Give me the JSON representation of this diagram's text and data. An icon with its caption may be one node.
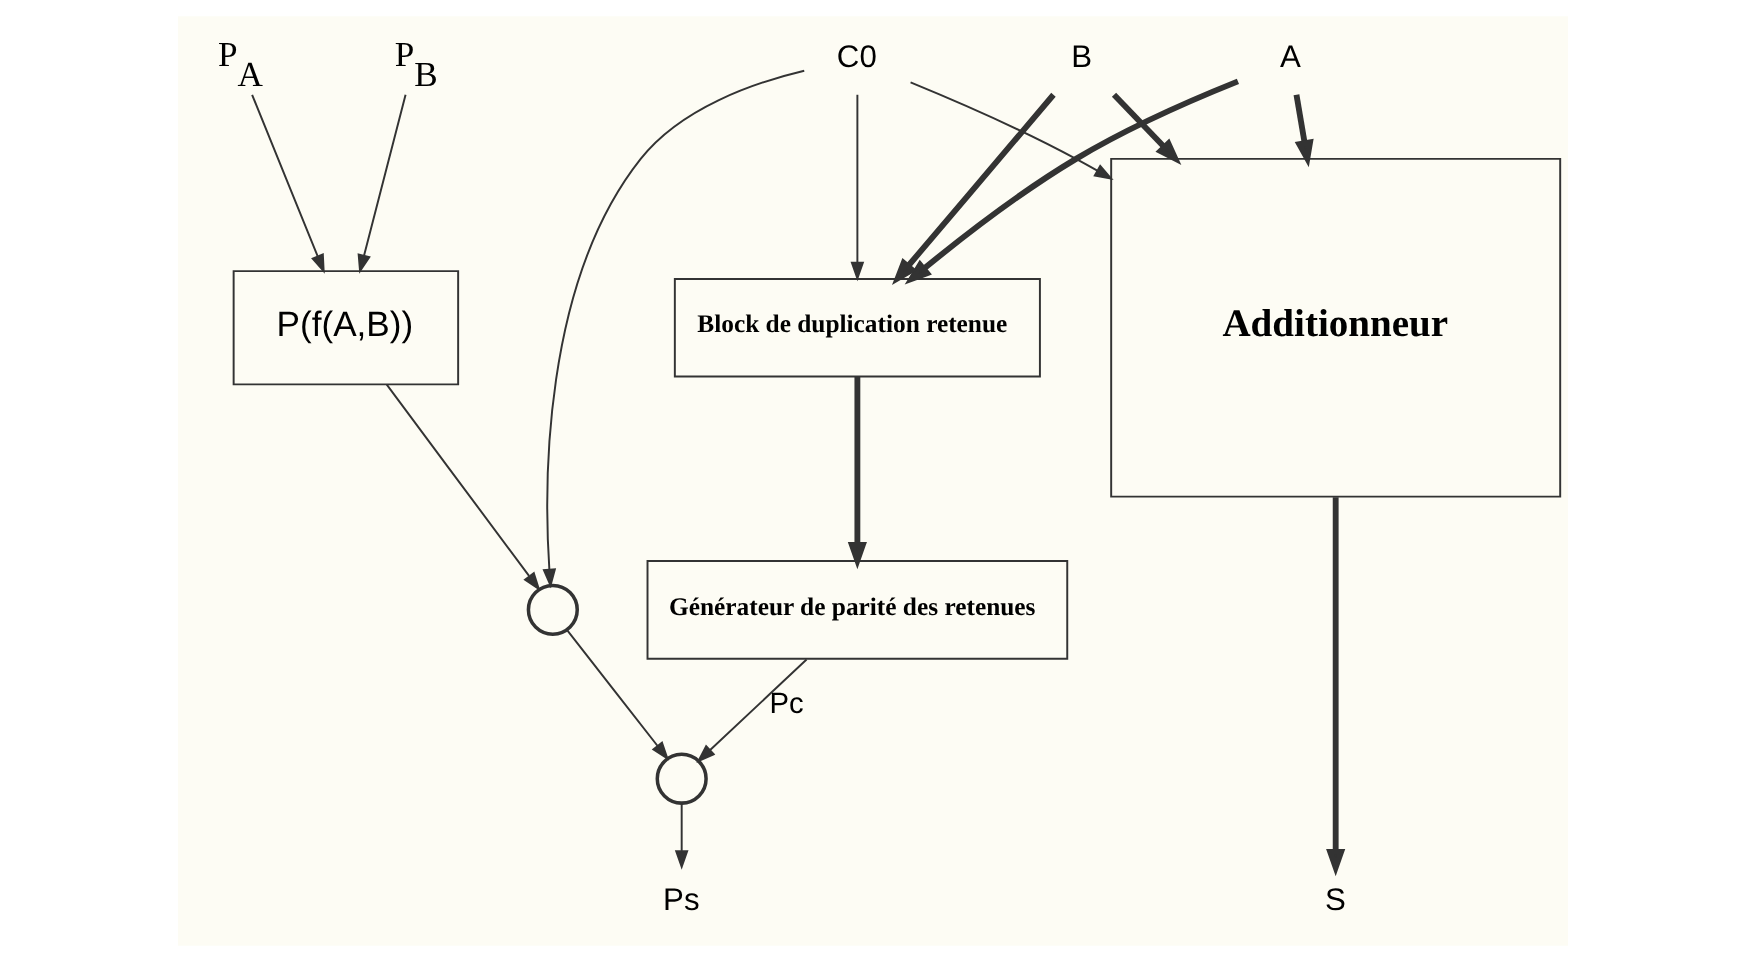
{
  "diagram": {
    "nodes": [
      {
        "text": [
          "A"
        ]
      },
      {
        "text": [
          "B"
        ]
      },
      {
        "text": [
          "C0"
        ]
      },
      {
        "text": [
          "P$_{A}$"
        ]
      },
      {
        "text": [
          "P$_{B}$"
        ]
      },
      {
        "text": [
          "Additionneur"
        ]
      },
      {
        "text": [
          "Block de duplication retenue"
        ]
      },
      {
        "text": [
          "Générateur de parité des retenues"
        ]
      },
      {
        "text": [
          "P(f(A,B))"
        ]
      },
      {
        "text": [],
        "shape": "circle"
      },
      {
        "text": [],
        "shape": "circle"
      },
      {
        "text": [
          "S"
        ]
      },
      {
        "text": [
          "Ps"
        ]
      }
    ],
    "edges": [
      {
        "from": 0,
        "to": 5,
        "arrow": "to",
        "style": "thick"
      },
      {
        "from": 0,
        "to": 6,
        "arrow": "to",
        "style": "thick"
      },
      {
        "from": 1,
        "to": 5,
        "arrow": "to",
        "style": "thick"
      },
      {
        "from": 1,
        "to": 6,
        "arrow": "to",
        "style": "thick"
      },
      {
        "from": 2,
        "to": 5,
        "arrow": "to"
      },
      {
        "from": 2,
        "to": 6,
        "arrow": "to"
      },
      {
        "from": 2,
        "to": 9,
        "arrow": "to"
      },
      {
        "from": 3,
        "to": 8,
        "arrow": "to"
      },
      {
        "from": 4,
        "to": 8,
        "arrow": "to"
      },
      {
        "from": 6,
        "to": 7,
        "arrow": "to",
        "style": "thick"
      },
      {
        "from": 8,
        "to": 9,
        "arrow": "to"
      },
      {
        "from": 9,
        "to": 10,
        "arrow": "to"
      },
      {
        "from": 7,
        "to": 10,
        "arrow": "to",
        "label": "Pc"
      },
      {
        "from": 10,
        "to": 12,
        "arrow": "to"
      },
      {
        "from": 5,
        "to": 11,
        "arrow": "to",
        "style": "thick"
      }
    ]
  }
}
